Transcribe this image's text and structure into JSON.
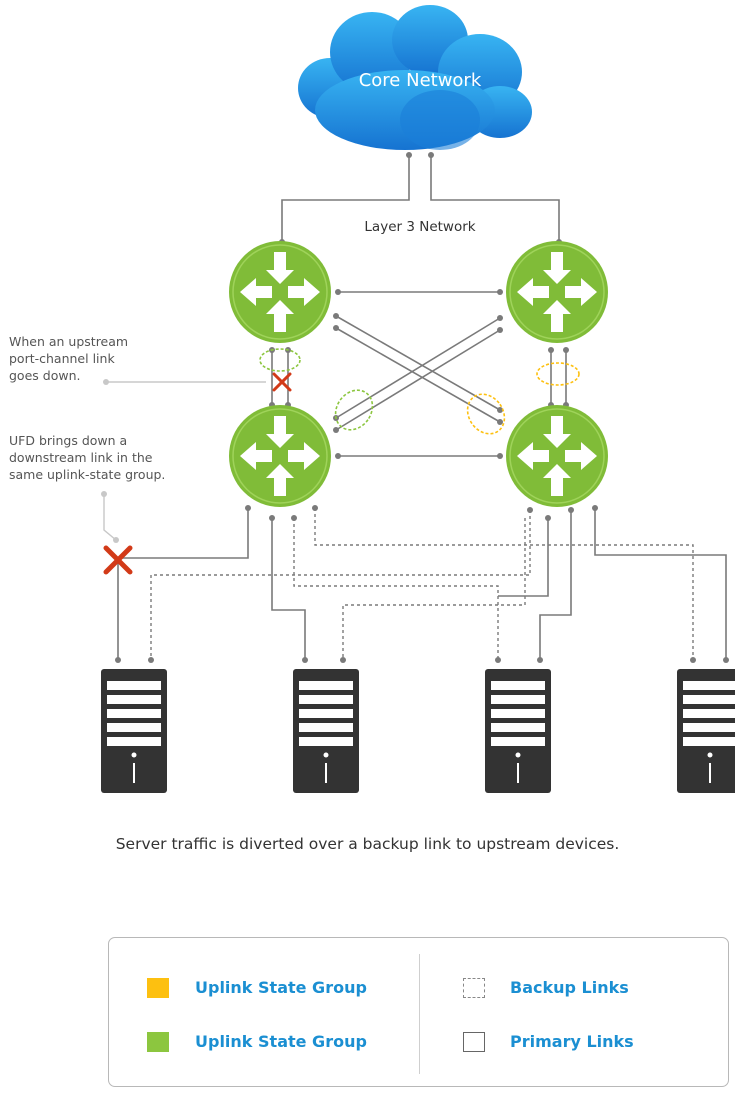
{
  "diagram": {
    "cloud_label": "Core Network",
    "network_label": "Layer 3 Network",
    "annotation_portchannel": "When an upstream\nport-channel link\ngoes down.",
    "annotation_ufd": "UFD brings down a\ndownstream link in the\nsame uplink-state group.",
    "caption": "Server traffic is diverted over a backup link to upstream devices."
  },
  "legend": {
    "items": [
      {
        "label": "Uplink State Group",
        "swatch": "yellow",
        "color": "#fdc010"
      },
      {
        "label": "Uplink State Group",
        "swatch": "green",
        "color": "#8cc63f"
      },
      {
        "label": "Backup Links",
        "swatch": "dashed-box"
      },
      {
        "label": "Primary Links",
        "swatch": "solid-box"
      }
    ]
  },
  "colors": {
    "router_green": "#80bc38",
    "cloud_blue": "#1e8ee0",
    "failure_red": "#d23a18",
    "label_blue": "#1b8fd2",
    "line_gray": "#7a7a7a"
  }
}
